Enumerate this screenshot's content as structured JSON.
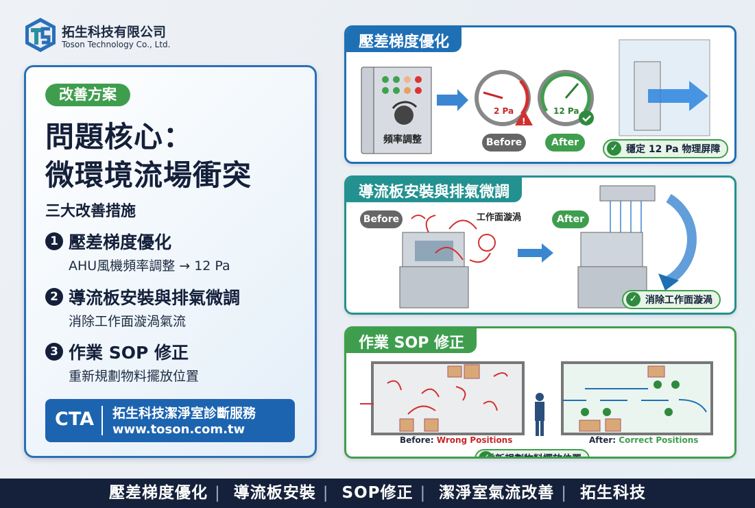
{
  "company": {
    "name_zh": "拓生科技有限公司",
    "name_en": "Toson Technology Co., Ltd."
  },
  "left": {
    "tag": "改善方案",
    "title_line1": "問題核心：",
    "title_line2": "微環境流場衝突",
    "subtitle": "三大改善措施",
    "items": [
      {
        "num": "1",
        "title": "壓差梯度優化",
        "desc": "AHU風機頻率調整 → 12 Pa"
      },
      {
        "num": "2",
        "title": "導流板安裝與排氣微調",
        "desc": "消除工作面漩渦氣流"
      },
      {
        "num": "3",
        "title": "作業 SOP 修正",
        "desc": "重新規劃物料擺放位置"
      }
    ],
    "cta": {
      "label": "CTA",
      "line1": "拓生科技潔淨室診斷服務",
      "line2": "www.toson.com.tw"
    }
  },
  "panels": {
    "p1": {
      "title": "壓差梯度優化",
      "panel_label": "頻率調整",
      "gauge_before": "2 Pa",
      "gauge_after": "12 Pa",
      "before": "Before",
      "after": "After",
      "result": "穩定 12 Pa 物理屏障"
    },
    "p2": {
      "title": "導流板安裝與排氣微調",
      "before": "Before",
      "after": "After",
      "vortex_label": "工作面漩渦",
      "result": "消除工作面漩渦"
    },
    "p3": {
      "title": "作業 SOP 修正",
      "before_prefix": "Before:",
      "before_text": "Wrong Positions",
      "after_prefix": "After:",
      "after_text": "Correct Positions",
      "result": "重新規劃物料擺放位置"
    }
  },
  "footer": {
    "items": [
      "壓差梯度優化",
      "導流板安裝",
      "SOP修正",
      "潔淨室氣流改善",
      "拓生科技"
    ],
    "separator": "|"
  },
  "colors": {
    "blue": "#1f6fb5",
    "teal": "#23918f",
    "green": "#3f9e4e",
    "navy": "#15213a",
    "red": "#d32f2f"
  }
}
